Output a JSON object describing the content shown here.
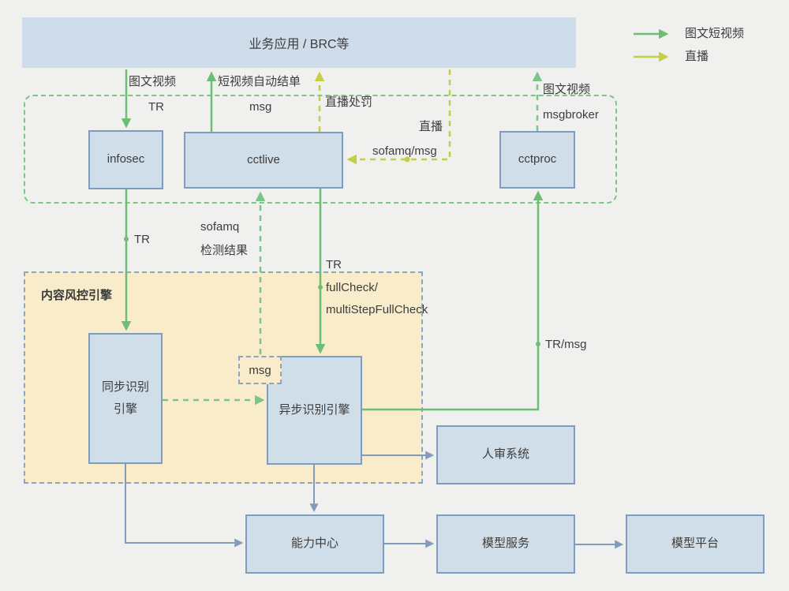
{
  "top_bar": {
    "label": "业务应用 / BRC等"
  },
  "legend": {
    "items": [
      {
        "label": "图文短视频",
        "color": "#6cbe74"
      },
      {
        "label": "直播",
        "color": "#c4cf44"
      }
    ]
  },
  "containers": {
    "risk_engine": {
      "title": "内容风控引擎"
    }
  },
  "nodes": {
    "infosec": {
      "label": "infosec"
    },
    "cctlive": {
      "label": "cctlive"
    },
    "cctproc": {
      "label": "cctproc"
    },
    "msg_queue": {
      "label": "msg"
    },
    "sync_engine": {
      "label_line1": "同步识别",
      "label_line2": "引擎"
    },
    "async_engine": {
      "label": "异步识别引擎"
    },
    "review_system": {
      "label": "人审系统"
    },
    "capability_center": {
      "label": "能力中心"
    },
    "model_service": {
      "label": "模型服务"
    },
    "model_platform": {
      "label": "模型平台"
    }
  },
  "edge_labels": {
    "infosec_in": {
      "line1": "图文视频",
      "line2": "TR"
    },
    "cctlive_out": {
      "line1": "短视频自动结单",
      "line2": "msg"
    },
    "live_punish": {
      "line1": "直播处罚"
    },
    "live_in": {
      "line1": "直播",
      "line2": "sofamq/msg"
    },
    "cctproc_out": {
      "line1": "图文视频",
      "line2": "msgbroker"
    },
    "sync_in": {
      "line1": "TR"
    },
    "detect_result": {
      "line1": "sofamq",
      "line2": "检测结果"
    },
    "async_in": {
      "line1": "TR",
      "line2": "fullCheck/",
      "line3": "multiStepFullCheck"
    },
    "async_to_cctproc": {
      "line1": "TR/msg"
    }
  },
  "colors": {
    "green_solid": "#6cbe74",
    "green_dashed": "#7cc487",
    "yellow_green": "#c4cf44",
    "blue_gray": "#819cb8",
    "node_fill": "#cfdee9",
    "node_border": "#7e9cc0",
    "risk_fill": "#f8ecca",
    "risk_border": "#8aa6c3",
    "top_bar_fill": "#cedde9",
    "background": "#f0f0ee",
    "text": "#3d3d3d"
  }
}
